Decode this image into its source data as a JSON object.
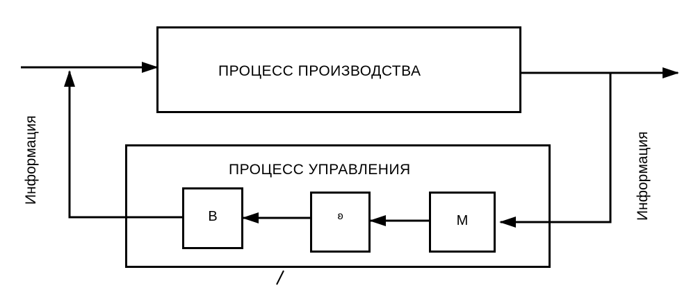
{
  "diagram": {
    "production_process": "ПРОЦЕСС ПРОИЗВОДСТВА",
    "control_process": "ПРОЦЕСС УПРАВЛЕНИЯ",
    "block_b": "В",
    "block_middle": "ʚ",
    "block_m": "М",
    "info_left": "Информация",
    "info_right": "Информация"
  }
}
